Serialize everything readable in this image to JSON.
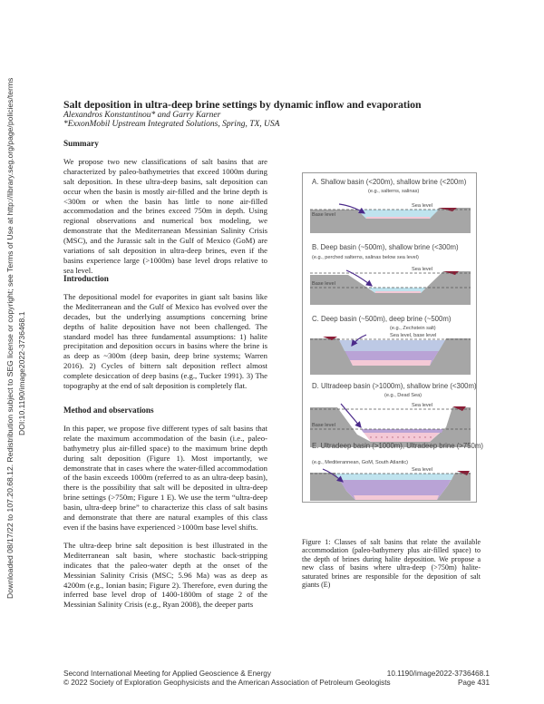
{
  "side_note": {
    "line1": "Downloaded 08/17/22 to 107.20.68.12. Redistribution subject to SEG license or copyright; see Terms of Use at http://library.seg.org/page/policies/terms",
    "line2": "DOI:10.1190/image2022-3736468.1"
  },
  "title": "Salt deposition in ultra-deep brine settings by dynamic inflow and evaporation",
  "authors": "Alexandros Konstantinou* and Garry Karner",
  "affiliation": "*ExxonMobil Upstream Integrated Solutions, Spring, TX, USA",
  "summary": {
    "heading": "Summary",
    "text": "We propose two new classifications of salt basins that are characterized by paleo-bathymetries that exceed 1000m during salt deposition. In these ultra-deep basins, salt deposition can occur when the basin is mostly air-filled and the brine depth is <300m or when the basin has little to none air-filled accommodation and the brines exceed 750m in depth. Using regional observations and numerical box modeling, we demonstrate that the Mediterranean Messinian Salinity Crisis (MSC), and the Jurassic salt in the Gulf of Mexico (GoM) are variations of salt deposition in ultra-deep brines, even if the basins experience large (>1000m) base level drops relative to sea level."
  },
  "introduction": {
    "heading": "Introduction",
    "text": "The depositional model for evaporites in giant salt basins like the Mediterranean and the Gulf of Mexico has evolved over the decades, but the underlying assumptions concerning brine depths of halite deposition have not been challenged. The standard model has three fundamental assumptions: 1) halite precipitation and deposition occurs in basins where the brine is as deep as ~300m (deep basin, deep brine systems; Warren 2016). 2) Cycles of bittern salt deposition reflect almost complete desiccation of deep basins (e.g., Tucker 1991). 3) The topography at the end of salt deposition is completely flat."
  },
  "methods": {
    "heading": "Method and observations",
    "p1": "In this paper, we propose five different types of salt basins that relate the maximum accommodation of the basin (i.e., paleo-bathymetry plus air-filled space) to the maximum brine depth during salt deposition (Figure 1). Most importantly, we demonstrate that in cases where the water-filled accommodation of the basin exceeds 1000m (referred to as an ultra-deep basin), there is the possibility that salt will be deposited in ultra-deep brine settings (>750m; Figure 1 E). We use the term “ultra-deep basin, ultra-deep brine” to characterize this class of salt basins and demonstrate that there are natural examples of this class even if the basins have experienced >1000m base level shifts.",
    "p2": "The ultra-deep brine salt deposition is best illustrated in the Mediterranean salt basin, where stochastic back-stripping indicates that the paleo-water depth at the onset of the Messinian Salinity Crisis (MSC; 5.96 Ma) was as deep as 4200m (e.g., Ionian basin; Figure 2). Therefore, even during the inferred base level drop of 1400-1800m of stage 2 of the Messinian Salinity Crisis (e.g., Ryan 2008), the deeper parts"
  },
  "figure": {
    "panels": [
      {
        "title": "A. Shallow basin (<200m), shallow brine (<200m)",
        "example": "(e.g., salterns, salinas)",
        "sea_label": "Sea level",
        "base_label": "Base level"
      },
      {
        "title": "B. Deep basin (~500m), shallow brine (<300m)",
        "example": "(e.g., perched salterns, salinas below sea level)",
        "sea_label": "Sea level",
        "base_label": "Base level"
      },
      {
        "title": "C. Deep basin (~500m), deep brine (~500m)",
        "example": "(e.g., Zechstein salt)",
        "sea_label": "Sea level, base level",
        "base_label": ""
      },
      {
        "title": "D. Ultradeep basin (>1000m), shallow brine (<300m)",
        "example": "(e.g., Dead Sea)",
        "sea_label": "Sea level",
        "base_label": "Base level"
      },
      {
        "title": "E. Ultradeep basin (>1000m), Ultradeep brine (>750m)",
        "example": "(e.g., Mediterannean, GoM, South Atlantic)",
        "sea_label": "Sea level",
        "base_label": ""
      }
    ],
    "caption": "Figure 1:   Classes of salt basins that relate the available accommodation (paleo-bathymery plus air-filled space) to the depth of brines during halite deposition. We propose a new class of basins where ultra-deep (>750m) halite-saturated brines are responsible for the deposition of salt giants (E)",
    "colors": {
      "rock": "#a6a6a6",
      "water": "#bfe3ee",
      "brine": "#b9a3d6",
      "salt": "#f4c9d6",
      "sabkha": "#8b1c35"
    }
  },
  "footer": {
    "line1_left": "Second International Meeting for Applied Geoscience & Energy",
    "line1_right": "10.1190/image2022-3736468.1",
    "line2_left": "© 2022 Society of Exploration Geophysicists and the American Association of Petroleum Geologists",
    "line2_right": "Page   431"
  }
}
